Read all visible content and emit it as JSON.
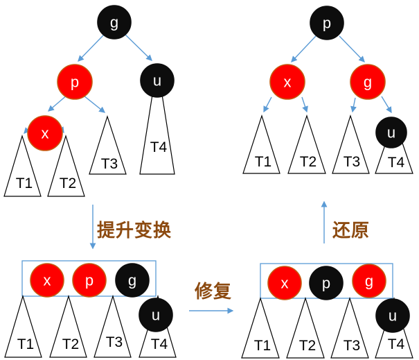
{
  "colors": {
    "node_red": "#FE0000",
    "node_red_border": "#C55A11",
    "node_black": "#0D0D0D",
    "arrow_blue": "#5B9BD5",
    "box_border": "#5B9BD5",
    "annotation_brown": "#8C4A10"
  },
  "annotations": {
    "lift": "提升变换",
    "fix": "修复",
    "restore": "还原"
  },
  "tree_top_left": {
    "nodes": {
      "g": {
        "label": "g",
        "state": "black",
        "fill": "#0D0D0D",
        "stroke": "#0D0D0D"
      },
      "p": {
        "label": "p",
        "state": "red",
        "fill": "#FE0000",
        "stroke": "#C55A11"
      },
      "u": {
        "label": "u",
        "state": "black",
        "fill": "#0D0D0D",
        "stroke": "#0D0D0D"
      },
      "x": {
        "label": "x",
        "state": "red",
        "fill": "#FE0000",
        "stroke": "#C55A11"
      }
    },
    "subtrees": {
      "t1": "T1",
      "t2": "T2",
      "t3": "T3",
      "t4": "T4"
    }
  },
  "tree_top_right": {
    "nodes": {
      "p": {
        "label": "p",
        "state": "black",
        "fill": "#0D0D0D",
        "stroke": "#0D0D0D"
      },
      "x": {
        "label": "x",
        "state": "red",
        "fill": "#FE0000",
        "stroke": "#C55A11"
      },
      "g": {
        "label": "g",
        "state": "red",
        "fill": "#FE0000",
        "stroke": "#C55A11"
      },
      "u": {
        "label": "u",
        "state": "black",
        "fill": "#0D0D0D",
        "stroke": "#0D0D0D"
      }
    },
    "subtrees": {
      "t1": "T1",
      "t2": "T2",
      "t3": "T3",
      "t4": "T4"
    }
  },
  "group_bottom_left": {
    "nodes": {
      "x": {
        "label": "x",
        "state": "red",
        "fill": "#FE0000",
        "stroke": "#C55A11"
      },
      "p": {
        "label": "p",
        "state": "red",
        "fill": "#FE0000",
        "stroke": "#C55A11"
      },
      "g": {
        "label": "g",
        "state": "black",
        "fill": "#0D0D0D",
        "stroke": "#0D0D0D"
      },
      "u": {
        "label": "u",
        "state": "black",
        "fill": "#0D0D0D",
        "stroke": "#0D0D0D"
      }
    },
    "subtrees": {
      "t1": "T1",
      "t2": "T2",
      "t3": "T3",
      "t4": "T4"
    }
  },
  "group_bottom_right": {
    "nodes": {
      "x": {
        "label": "x",
        "state": "red",
        "fill": "#FE0000",
        "stroke": "#C55A11"
      },
      "p": {
        "label": "p",
        "state": "black",
        "fill": "#0D0D0D",
        "stroke": "#0D0D0D"
      },
      "g": {
        "label": "g",
        "state": "red",
        "fill": "#FE0000",
        "stroke": "#C55A11"
      },
      "u": {
        "label": "u",
        "state": "black",
        "fill": "#0D0D0D",
        "stroke": "#0D0D0D"
      }
    },
    "subtrees": {
      "t1": "T1",
      "t2": "T2",
      "t3": "T3",
      "t4": "T4"
    }
  }
}
